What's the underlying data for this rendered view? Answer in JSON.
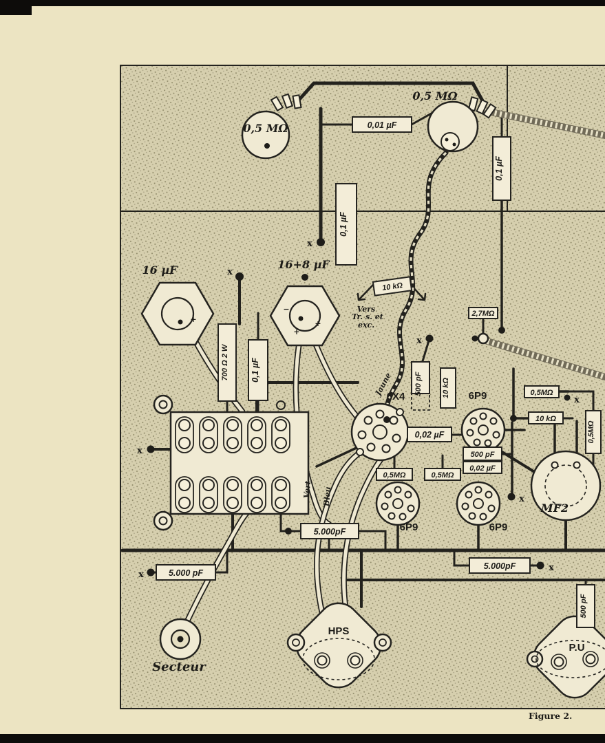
{
  "page": {
    "caption": "Figure 2."
  },
  "labels": {
    "pot_left": "0,5 MΩ",
    "pot_right": "0,5 MΩ",
    "cap_001uf": "0,01 µF",
    "cap_01uf_right": "0,1 µF",
    "cap_01uf_mid": "0,1 µF",
    "cap_01uf_left": "0,1 µF",
    "cap_16uf": "16 µF",
    "cap_16_8uf": "16+8 µF",
    "res_10k_top": "10 kΩ",
    "vers_line1": "Vers",
    "vers_line2": "Tr. s. et",
    "vers_line3": "exc.",
    "res_27m": "2,7MΩ",
    "res_700": "700 Ω 2 W",
    "tube_6x4": "6X4",
    "cap_500pf_v": "500 pF",
    "res_10k_v": "10 kΩ",
    "tube_6p9_top": "6P9",
    "res_05m_r1": "0,5MΩ",
    "res_10k_r": "10 kΩ",
    "res_05m_vr": "0,5MΩ",
    "cap_002uf_mid": "0,02 µF",
    "cap_500pf_mid": "500 pF",
    "cap_002uf_r": "0,02 µF",
    "res_05m_b1": "0,5MΩ",
    "res_05m_b2": "0,5MΩ",
    "mf2": "MF2",
    "wire_vert": "Vert",
    "wire_bleu": "Bleu",
    "wire_jaune": "Jaune",
    "tube_6p9_bl": "6P9",
    "tube_6p9_br": "6P9",
    "cap_5000pf_c": "5.000pF",
    "cap_5000pf_l": "5.000 pF",
    "cap_5000pf_r": "5.000pF",
    "cap_500pf_br": "500 pF",
    "conn_hps": "HPS",
    "conn_pu": "P.U",
    "secteur": "Secteur",
    "terminal_mark": "x",
    "plus": "+",
    "minus": "−"
  }
}
